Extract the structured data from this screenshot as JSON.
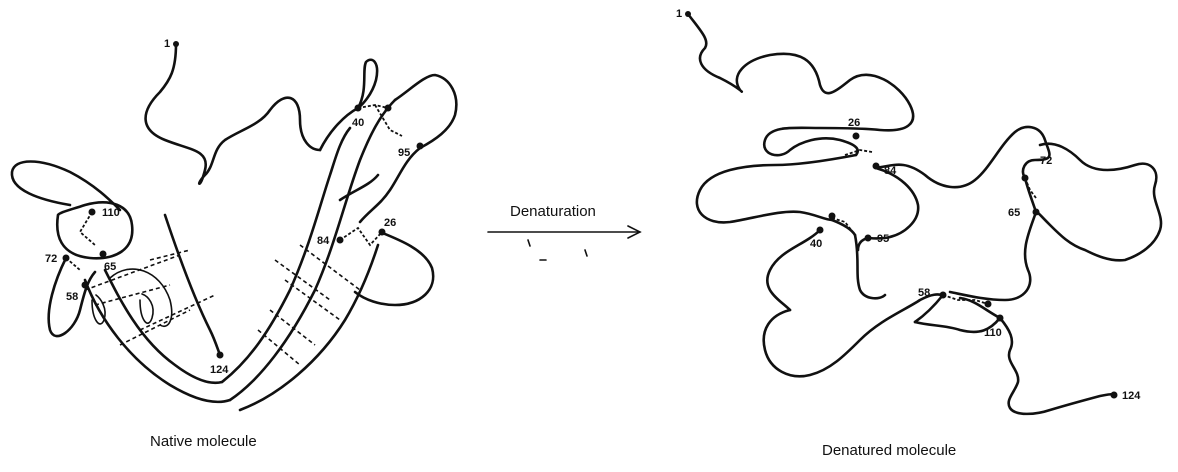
{
  "arrow_label": "Denaturation",
  "native": {
    "caption": "Native molecule",
    "residues": [
      "1",
      "110",
      "72",
      "65",
      "58",
      "124",
      "40",
      "95",
      "84",
      "26"
    ]
  },
  "denatured": {
    "caption": "Denatured molecule",
    "residues": [
      "1",
      "26",
      "84",
      "72",
      "65",
      "40",
      "95",
      "58",
      "110",
      "124"
    ]
  }
}
